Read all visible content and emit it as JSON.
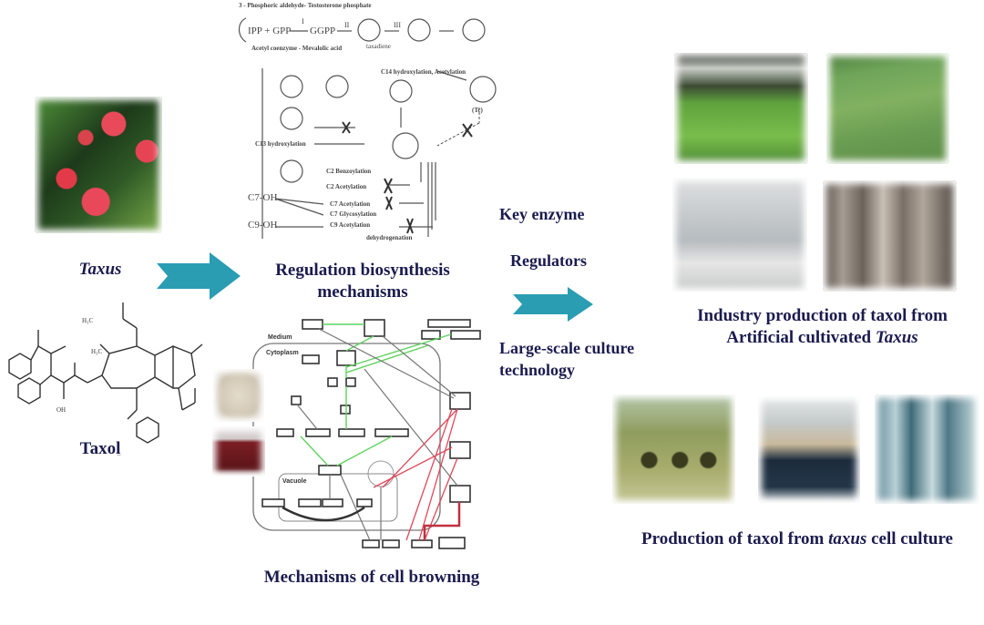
{
  "colors": {
    "arrow": "#2a9db3",
    "title_text": "#1b1b4f",
    "inhibit_green": "#5fd35f",
    "browning_red": "#e0475a"
  },
  "taxus": {
    "label": "Taxus",
    "photo_icon": "taxus-berry-photo"
  },
  "taxol": {
    "label": "Taxol",
    "structure_icon": "taxol-molecule"
  },
  "biosynthesis": {
    "title": "Regulation biosynthesis",
    "subtitle": "mechanisms",
    "pathway": {
      "header": "3 - Phosphoric aldehyde- Testosterone phosphate",
      "sub": "Acetyl coenzyme - Mevalolic acid",
      "ipp": "IPP + GPP",
      "ggpp": "GGPP",
      "step1": "I",
      "step2": "II",
      "step3": "III",
      "taxadiene": "taxadiene",
      "c14": "C14 hydroxylation, Acetylation",
      "tc": "(Tc)",
      "c13": "C13 hydroxylation",
      "c2b": "C2 Benzoylation",
      "c2a": "C2 Acetylation",
      "c7oh": "C7-OH",
      "c7a": "C7 Acetylation",
      "c7g": "C7 Glycosylation",
      "c9oh": "C9-OH",
      "c9a": "C9 Acetylation",
      "dehydro": "dehydrogenation"
    }
  },
  "browning": {
    "title": "Mechanisms of cell browning",
    "medium": "Medium",
    "cytoplasm": "Cytoplasm",
    "vacuole": "Vacuole"
  },
  "middle": {
    "key_enzyme": "Key enzyme",
    "regulators": "Regulators",
    "large_scale_1": "Large-scale culture",
    "large_scale_2": "technology"
  },
  "industry": {
    "line1": "Industry production of taxol from",
    "line2_prefix": "Artificial cultivated ",
    "line2_italic": "Taxus"
  },
  "cell_culture": {
    "prefix": "Production of taxol from ",
    "italic": "taxus",
    "suffix": " cell culture"
  }
}
